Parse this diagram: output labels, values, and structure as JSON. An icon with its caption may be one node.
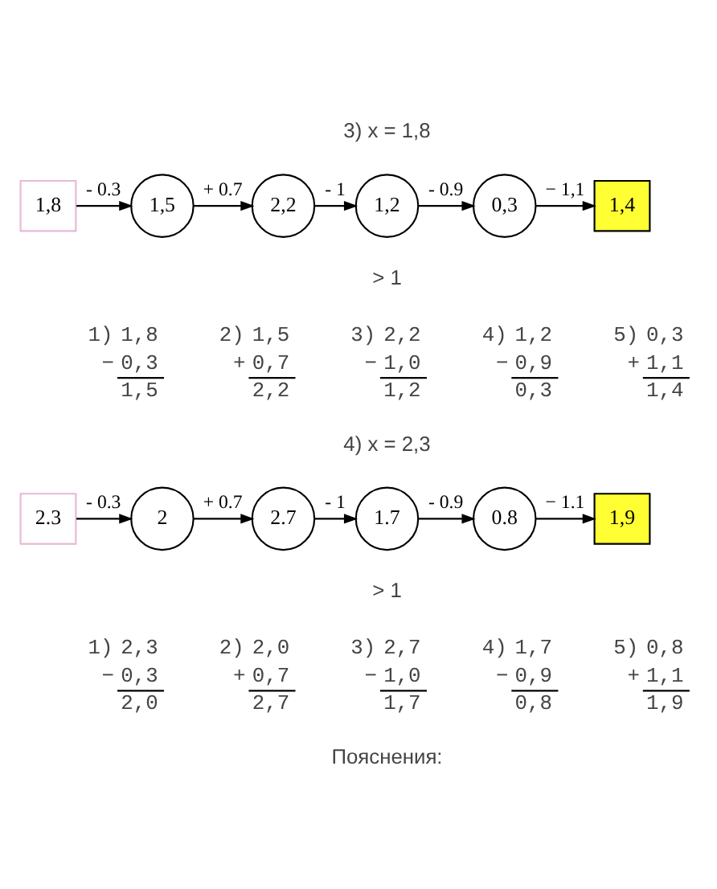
{
  "diagram": {
    "nodes": [
      {
        "text": [
          "1,8"
        ]
      },
      {
        "text": [
          "1,5"
        ]
      },
      {
        "text": [
          "2,2"
        ]
      },
      {
        "text": [
          "1,2"
        ]
      },
      {
        "text": [
          "0,3"
        ]
      },
      {
        "text": [
          "1,4"
        ]
      },
      {
        "text": [
          "2.3"
        ]
      },
      {
        "text": [
          "2"
        ]
      },
      {
        "text": [
          "2.7"
        ]
      },
      {
        "text": [
          "1.7"
        ]
      },
      {
        "text": [
          "0.8"
        ]
      },
      {
        "text": [
          "1,9"
        ]
      }
    ],
    "edges": [
      {
        "from": 0,
        "to": 1,
        "arrow": "to",
        "label": "- 0.3"
      },
      {
        "from": 1,
        "to": 2,
        "arrow": "to",
        "label": "+ 0.7"
      },
      {
        "from": 2,
        "to": 3,
        "arrow": "to",
        "label": "- 1"
      },
      {
        "from": 3,
        "to": 4,
        "arrow": "to",
        "label": "- 0.9"
      },
      {
        "from": 4,
        "to": 5,
        "arrow": "to",
        "label": "− 1,1"
      },
      {
        "from": 6,
        "to": 7,
        "arrow": "to",
        "label": "- 0.3"
      },
      {
        "from": 7,
        "to": 8,
        "arrow": "to",
        "label": "+ 0.7"
      },
      {
        "from": 8,
        "to": 9,
        "arrow": "to",
        "label": "- 1"
      },
      {
        "from": 9,
        "to": 10,
        "arrow": "to",
        "label": "- 0.9"
      },
      {
        "from": 10,
        "to": 11,
        "arrow": "to",
        "label": "− 1.1"
      }
    ],
    "labels": [
      "3) x = 1,8",
      "> 1",
      "1)",
      "1,8",
      "−",
      "0,3",
      "1,5",
      "2)",
      "1,5",
      "+",
      "0,7",
      "2,2",
      "3)",
      "2,2",
      "−",
      "1,0",
      "1,2",
      "4)",
      "1,2",
      "−",
      "0,9",
      "0,3",
      "5)",
      "0,3",
      "+",
      "1,1",
      "1,4",
      "4) x = 2,3",
      "> 1",
      "1)",
      "2,3",
      "−",
      "0,3",
      "2,0",
      "2)",
      "2,0",
      "+",
      "0,7",
      "2,7",
      "3)",
      "2,7",
      "−",
      "1,0",
      "1,7",
      "4)",
      "1,7",
      "−",
      "0,9",
      "0,8",
      "5)",
      "0,8",
      "+",
      "1,1",
      "1,9",
      "Пояснения:"
    ]
  }
}
